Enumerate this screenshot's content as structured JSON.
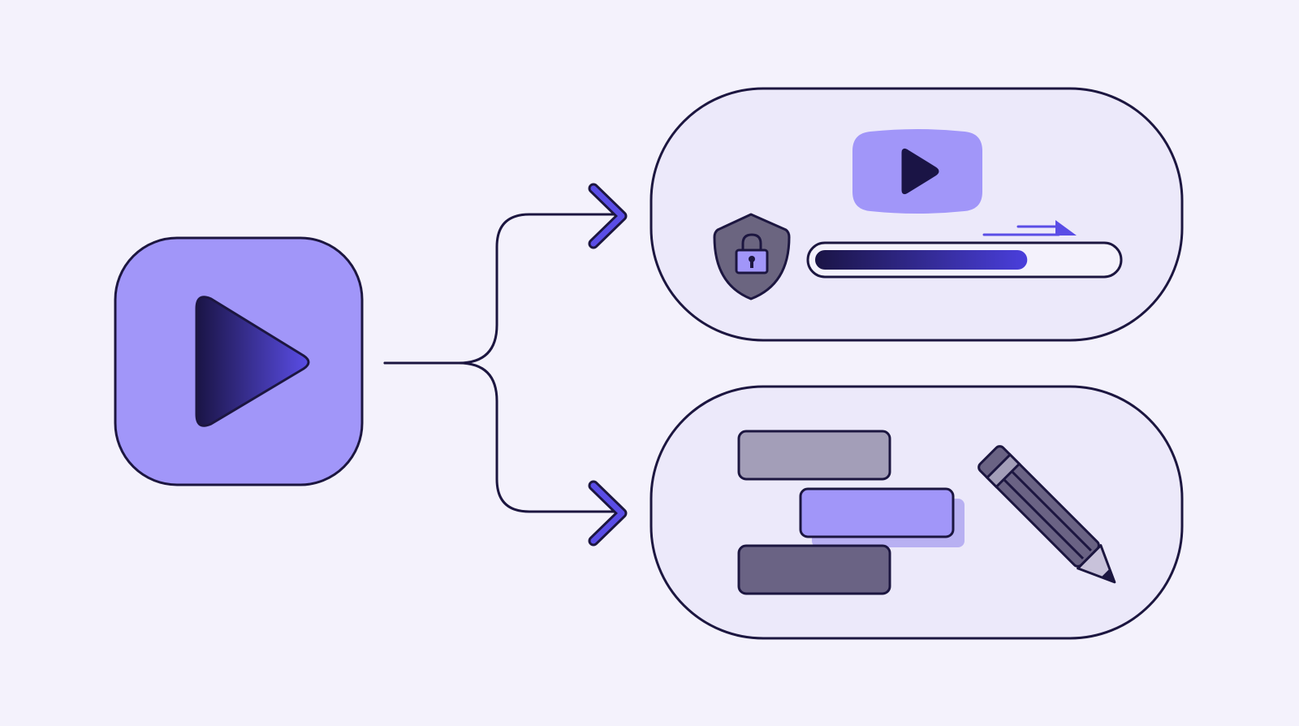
{
  "diagram": {
    "source": {
      "icon": "play-icon"
    },
    "branches": [
      {
        "id": "secure-streaming",
        "icons": [
          "video-player-icon",
          "shield-lock-icon",
          "progress-bar-icon",
          "fast-forward-arrow-icon"
        ],
        "progress": 0.71
      },
      {
        "id": "editing",
        "icons": [
          "stacked-bars-icon",
          "pencil-icon"
        ]
      }
    ]
  },
  "colors": {
    "background": "#f4f2fc",
    "outline": "#1c1640",
    "accent_light": "#a196f9",
    "accent_mid": "#5a4de6",
    "accent_dark": "#1a1445",
    "panel_fill": "#ece9fa",
    "gray_light": "#a39eb8",
    "gray_dark": "#6a6384",
    "shield_fill": "#6b6580"
  }
}
